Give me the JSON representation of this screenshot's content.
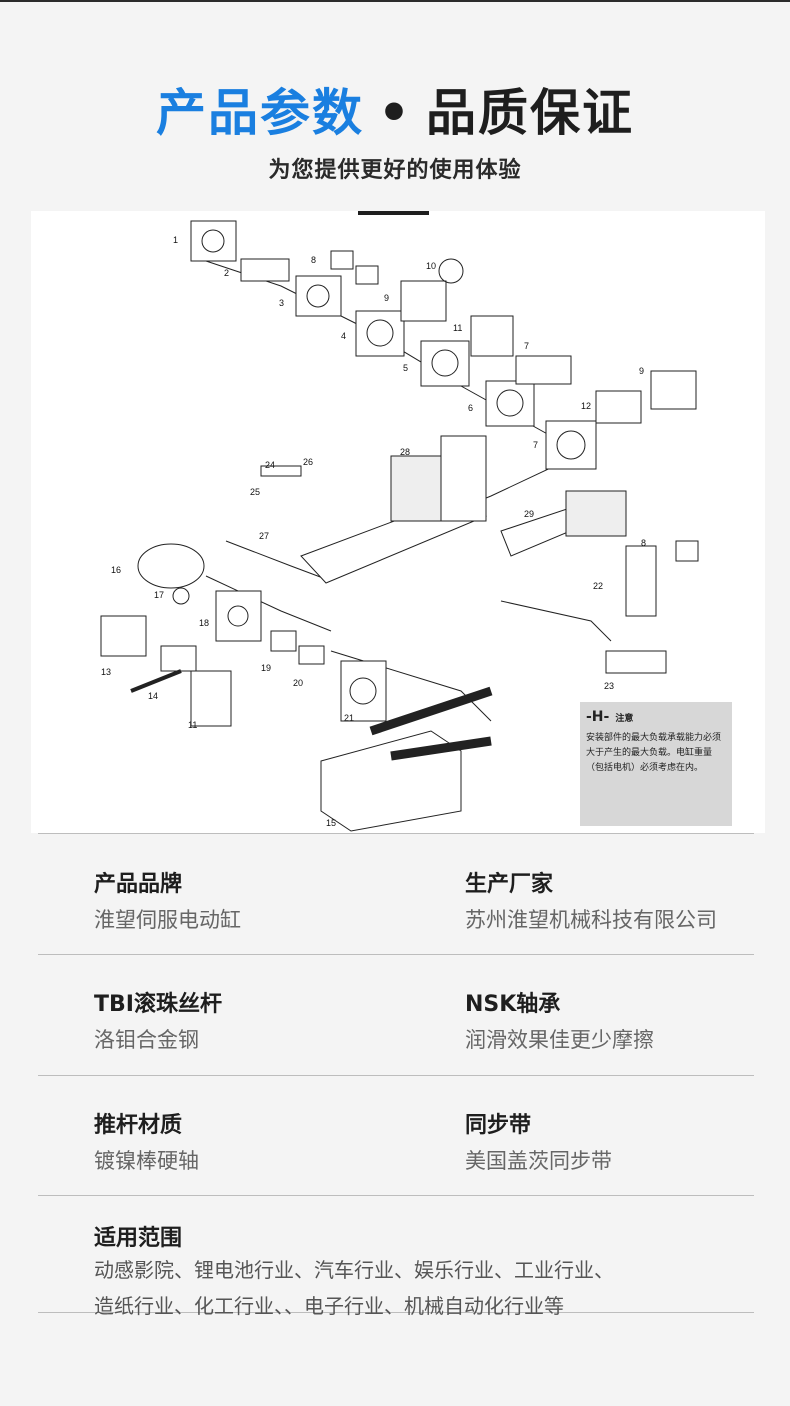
{
  "header": {
    "title_blue": "产品参数",
    "title_dot": "•",
    "title_dark": "品质保证",
    "subtitle": "为您提供更好的使用体验"
  },
  "diagram": {
    "part_numbers": [
      "1",
      "2",
      "3",
      "8",
      "9",
      "10",
      "4",
      "11",
      "5",
      "7",
      "9",
      "6",
      "12",
      "7",
      "28",
      "24",
      "26",
      "25",
      "29",
      "27",
      "16",
      "17",
      "8",
      "22",
      "18",
      "13",
      "19",
      "20",
      "23",
      "14",
      "11",
      "21",
      "15"
    ],
    "note": {
      "heading": "-H-",
      "heading_small": "注意",
      "text": "安装部件的最大负载承载能力必须大于产生的最大负载。电缸重量（包括电机）必须考虑在内。"
    }
  },
  "specs": [
    {
      "label": "产品品牌",
      "value": "淮望伺服电动缸"
    },
    {
      "label": "生产厂家",
      "value": "苏州淮望机械科技有限公司"
    },
    {
      "label": "TBI滚珠丝杆",
      "value": "洛钼合金钢"
    },
    {
      "label": "NSK轴承",
      "value": "润滑效果佳更少摩擦"
    },
    {
      "label": "推杆材质",
      "value": "镀镍棒硬轴"
    },
    {
      "label": "同步带",
      "value": "美国盖茨同步带"
    }
  ],
  "range": {
    "label": "适用范围",
    "line1": "动感影院、锂电池行业、汽车行业、娱乐行业、工业行业、",
    "line2": "造纸行业、化工行业、、电子行业、机械自动化行业等"
  },
  "colors": {
    "accent_blue": "#1a7fe0",
    "note_bg": "#d7d7d7"
  }
}
